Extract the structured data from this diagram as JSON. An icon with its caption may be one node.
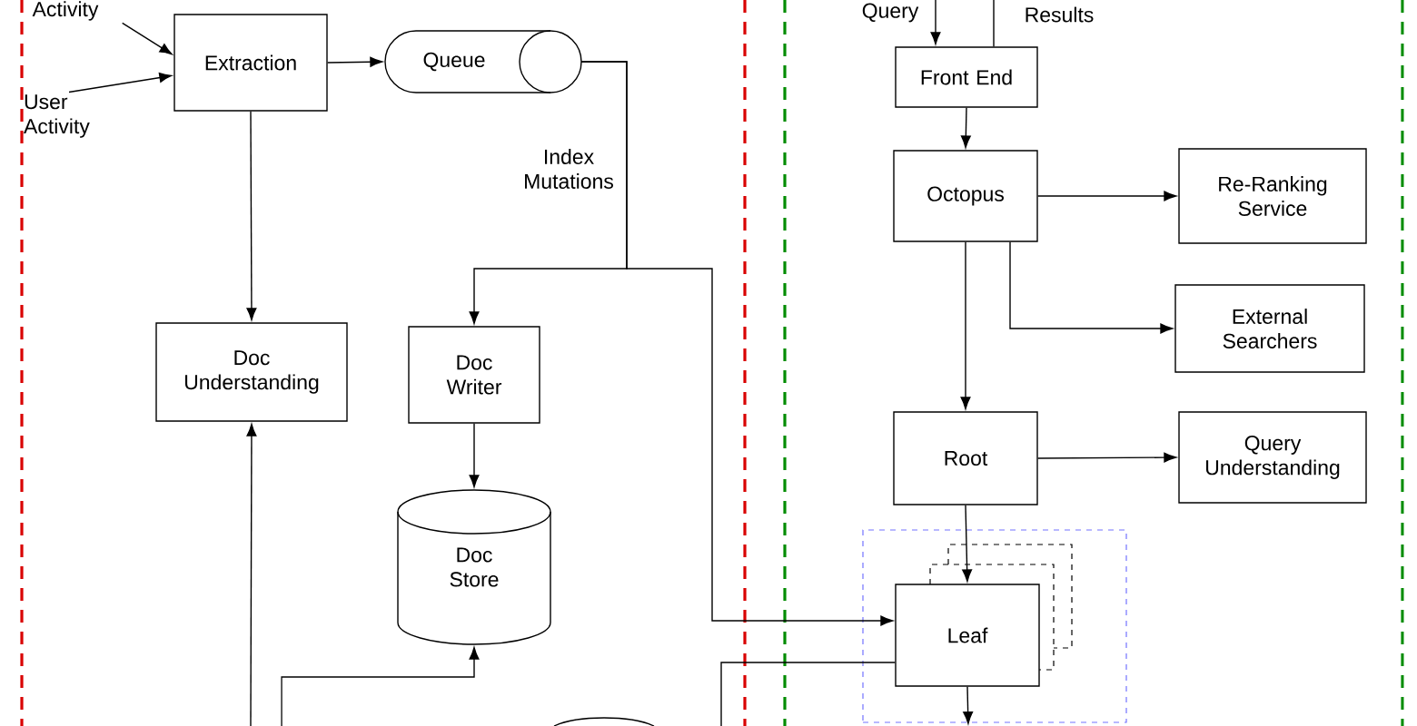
{
  "diagram": {
    "nodes": [
      {
        "text": [
          "Activity"
        ]
      },
      {
        "text": [
          "User Activity"
        ]
      },
      {
        "text": [
          "Extraction"
        ]
      },
      {
        "text": [
          "Queue"
        ]
      },
      {
        "text": [
          "Doc Understanding"
        ]
      },
      {
        "text": [
          "Doc Writer"
        ]
      },
      {
        "text": [
          "Doc Store"
        ]
      },
      {
        "text": [
          "Front End"
        ]
      },
      {
        "text": [
          "Octopus"
        ]
      },
      {
        "text": [
          "Re-Ranking Service"
        ]
      },
      {
        "text": [
          "External Searchers"
        ]
      },
      {
        "text": [
          "Root"
        ]
      },
      {
        "text": [
          "Query Understanding"
        ]
      },
      {
        "text": [],
        "shape": "box"
      },
      {
        "text": [
          "Leaf"
        ],
        "in": 13
      }
    ],
    "edges": [
      {
        "from": 0,
        "to": 2,
        "arrow": "to"
      },
      {
        "from": 1,
        "to": 2,
        "arrow": "to"
      },
      {
        "from": 2,
        "to": 3,
        "arrow": "to"
      },
      {
        "from": 2,
        "to": 4,
        "arrow": "to"
      },
      {
        "from": 3,
        "to": 5,
        "arrow": "to",
        "label": "Index Mutations"
      },
      {
        "from": 3,
        "to": 14,
        "arrow": "to"
      },
      {
        "from": 5,
        "to": 6,
        "arrow": "to"
      },
      {
        "from": null,
        "to": 4,
        "arrow": "to"
      },
      {
        "from": null,
        "to": 6,
        "arrow": "to"
      },
      {
        "from": null,
        "to": 7,
        "arrow": "to"
      },
      {
        "from": 7,
        "to": null,
        "arrow": "none"
      },
      {
        "from": 7,
        "to": 8,
        "arrow": "to"
      },
      {
        "from": 8,
        "to": 9,
        "arrow": "to"
      },
      {
        "from": 8,
        "to": 10,
        "arrow": "to"
      },
      {
        "from": 8,
        "to": 11,
        "arrow": "to"
      },
      {
        "from": 11,
        "to": 12,
        "arrow": "to"
      },
      {
        "from": 11,
        "to": 14,
        "arrow": "to"
      },
      {
        "from": null,
        "to": 14,
        "arrow": "none"
      },
      {
        "from": 14,
        "to": null,
        "arrow": "to"
      }
    ],
    "labels": [
      "Query",
      "Results"
    ]
  }
}
